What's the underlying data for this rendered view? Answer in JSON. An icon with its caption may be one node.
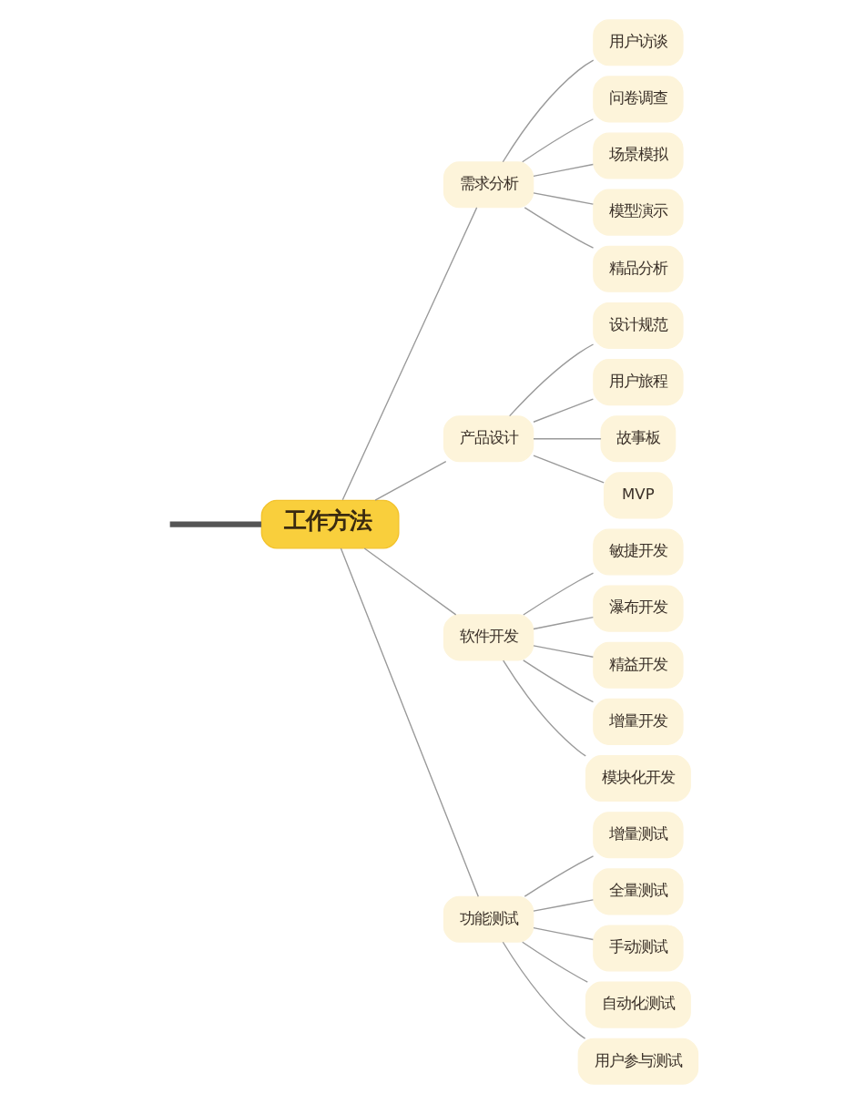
{
  "diagram": {
    "nodes": [
      {
        "text": [
          "工作方法"
        ]
      },
      {
        "text": [
          "需求分析"
        ]
      },
      {
        "text": [
          "用户访谈"
        ]
      },
      {
        "text": [
          "问卷调查"
        ]
      },
      {
        "text": [
          "场景模拟"
        ]
      },
      {
        "text": [
          "模型演示"
        ]
      },
      {
        "text": [
          "精品分析"
        ]
      },
      {
        "text": [
          "产品设计"
        ]
      },
      {
        "text": [
          "设计规范"
        ]
      },
      {
        "text": [
          "用户旅程"
        ]
      },
      {
        "text": [
          "故事板"
        ]
      },
      {
        "text": [
          "MVP"
        ]
      },
      {
        "text": [
          "软件开发"
        ]
      },
      {
        "text": [
          "敏捷开发"
        ]
      },
      {
        "text": [
          "瀑布开发"
        ]
      },
      {
        "text": [
          "精益开发"
        ]
      },
      {
        "text": [
          "增量开发"
        ]
      },
      {
        "text": [
          "模块化开发"
        ]
      },
      {
        "text": [
          "功能测试"
        ]
      },
      {
        "text": [
          "增量测试"
        ]
      },
      {
        "text": [
          "全量测试"
        ]
      },
      {
        "text": [
          "手动测试"
        ]
      },
      {
        "text": [
          "自动化测试"
        ]
      },
      {
        "text": [
          "用户参与测试"
        ]
      }
    ],
    "edges": [
      {
        "from": null,
        "to": 0,
        "arrow": "none",
        "style": "thick",
        "color": "#555555"
      },
      {
        "from": 0,
        "to": 1,
        "arrow": "none"
      },
      {
        "from": 1,
        "to": 2,
        "arrow": "none"
      },
      {
        "from": 1,
        "to": 3,
        "arrow": "none"
      },
      {
        "from": 1,
        "to": 4,
        "arrow": "none"
      },
      {
        "from": 1,
        "to": 5,
        "arrow": "none"
      },
      {
        "from": 1,
        "to": 6,
        "arrow": "none"
      },
      {
        "from": 0,
        "to": 7,
        "arrow": "none"
      },
      {
        "from": 7,
        "to": 8,
        "arrow": "none"
      },
      {
        "from": 7,
        "to": 9,
        "arrow": "none"
      },
      {
        "from": 7,
        "to": 10,
        "arrow": "none"
      },
      {
        "from": 7,
        "to": 11,
        "arrow": "none"
      },
      {
        "from": 0,
        "to": 12,
        "arrow": "none"
      },
      {
        "from": 12,
        "to": 13,
        "arrow": "none"
      },
      {
        "from": 12,
        "to": 14,
        "arrow": "none"
      },
      {
        "from": 12,
        "to": 15,
        "arrow": "none"
      },
      {
        "from": 12,
        "to": 16,
        "arrow": "none"
      },
      {
        "from": 12,
        "to": 17,
        "arrow": "none"
      },
      {
        "from": 0,
        "to": 18,
        "arrow": "none"
      },
      {
        "from": 18,
        "to": 19,
        "arrow": "none"
      },
      {
        "from": 18,
        "to": 20,
        "arrow": "none"
      },
      {
        "from": 18,
        "to": 21,
        "arrow": "none"
      },
      {
        "from": 18,
        "to": 22,
        "arrow": "none"
      },
      {
        "from": 18,
        "to": 23,
        "arrow": "none"
      }
    ]
  }
}
